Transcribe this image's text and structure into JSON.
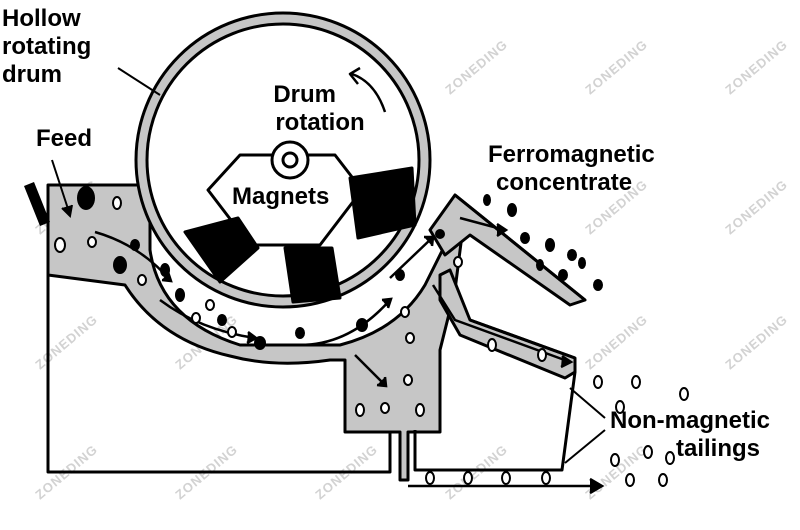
{
  "labels": {
    "drum": [
      "Hollow",
      "rotating",
      "drum"
    ],
    "feed": "Feed",
    "rotation": [
      "Drum",
      "rotation"
    ],
    "magnets": "Magnets",
    "concentrate": [
      "Ferromagnetic",
      "concentrate"
    ],
    "tailings": [
      "Non-magnetic",
      "tailings"
    ]
  },
  "watermark": "ZONEDING",
  "colors": {
    "slurry": "#c6c6c6",
    "outline": "#000000",
    "magnet": "#000000",
    "particle_light": "#ffffff",
    "particle_dark": "#000000"
  }
}
